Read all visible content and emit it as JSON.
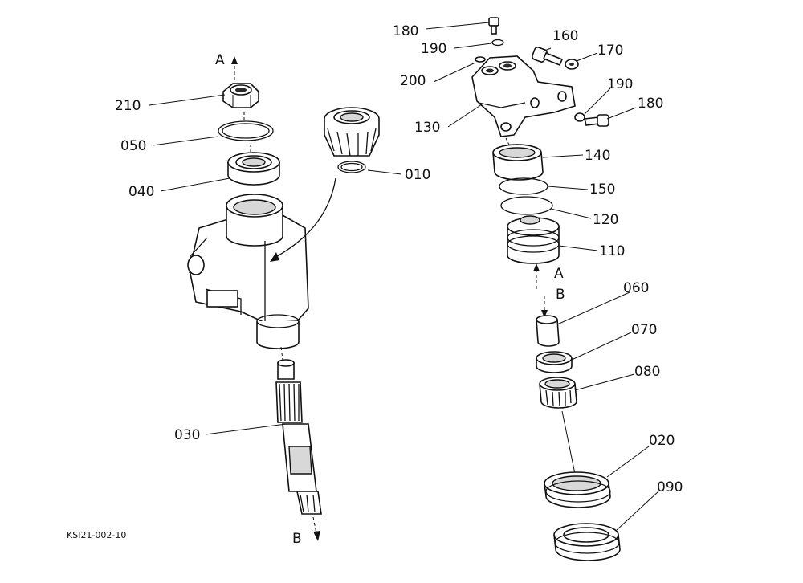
{
  "diagram": {
    "reference_code": "KSI21-002-10",
    "arrow_labels": {
      "a_top_left": "A",
      "b_bottom_left": "B",
      "a_right": "A",
      "b_right": "B"
    },
    "callouts": {
      "c210": "210",
      "c050": "050",
      "c040": "040",
      "c010": "010",
      "c030": "030",
      "c180a": "180",
      "c190a": "190",
      "c200": "200",
      "c160": "160",
      "c170": "170",
      "c190b": "190",
      "c180b": "180",
      "c130": "130",
      "c140": "140",
      "c150": "150",
      "c120": "120",
      "c110": "110",
      "c060": "060",
      "c070": "070",
      "c080": "080",
      "c020": "020",
      "c090": "090"
    }
  }
}
